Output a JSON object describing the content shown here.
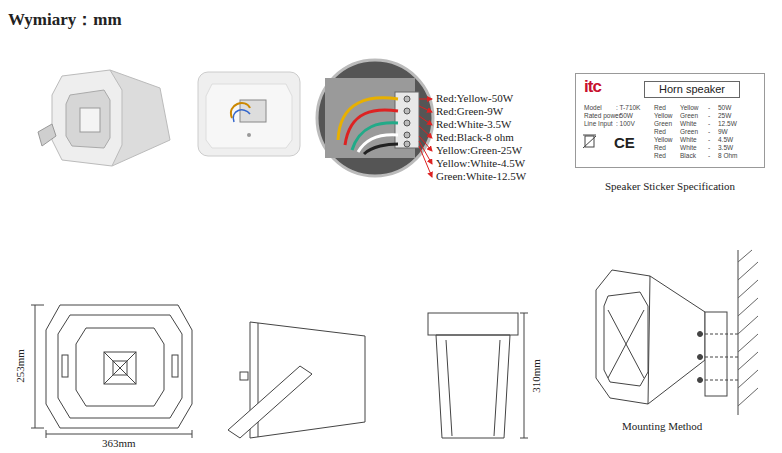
{
  "diagram": {
    "title": "Wymiary：mm",
    "nodes": [
      {
        "text": [
          "itc",
          "Horn speaker",
          "Model",
          ": T-710K",
          "Rated power",
          ": 50W",
          "Line Input",
          ": 100V",
          "Red",
          "Yellow",
          "-",
          "50W",
          "Yellow",
          "Green",
          "-",
          "25W",
          "Green",
          "White",
          "-",
          "12.5W",
          "Red",
          "Green",
          "-",
          "9W",
          "Yellow",
          "White",
          "-",
          "4.5W",
          "Red",
          "White",
          "-",
          "3.5W",
          "Red",
          "Black",
          "-",
          "8 Ohm",
          "CE"
        ]
      }
    ],
    "labels": [
      "Red:Yellow-50W",
      "Red:Green-9W",
      "Red:White-3.5W",
      "Red:Black-8 ohm",
      "Yellow:Green-25W",
      "Yellow:White-4.5W",
      "Green:White-12.5W",
      "Speaker Sticker Specification",
      "253mm",
      "363mm",
      "310mm",
      "Mounting Method"
    ]
  }
}
